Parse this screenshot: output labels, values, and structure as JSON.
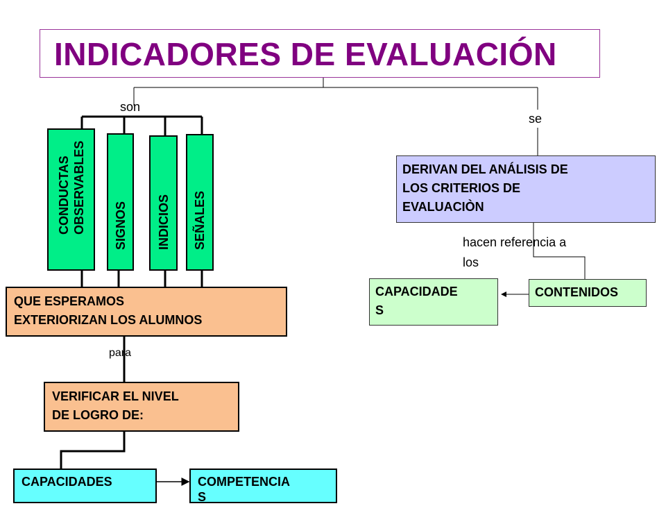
{
  "title": "INDICADORES DE EVALUACIÓN",
  "connectors": {
    "son": "son",
    "se": "se",
    "para": "para",
    "hacen_line1": "hacen referencia a",
    "hacen_line2": "los"
  },
  "indicator_types": [
    {
      "line1": "CONDUCTAS",
      "line2": "OBSERVABLES"
    },
    {
      "line1": "SIGNOS"
    },
    {
      "line1": "INDICIOS"
    },
    {
      "line1": "SEÑALES"
    }
  ],
  "left_branch": {
    "exteriorize_line1": "QUE  ESPERAMOS",
    "exteriorize_line2": "EXTERIORIZAN LOS ALUMNOS",
    "verify_line1": "VERIFICAR EL NIVEL",
    "verify_line2": "DE LOGRO DE:",
    "capacidades": "CAPACIDADES",
    "competencias_line1": "COMPETENCIA",
    "competencias_line2": "S"
  },
  "right_branch": {
    "derive_line1": "DERIVAN DEL ANÁLISIS DE",
    "derive_line2": "LOS CRITERIOS DE",
    "derive_line3": "EVALUACIÒN",
    "capacidades_line1": "CAPACIDADE",
    "capacidades_line2": "S",
    "contenidos": "CONTENIDOS"
  },
  "colors": {
    "title": "#800080",
    "title_border": "#993399",
    "indicator_fill": "#00ee88",
    "orange_fill": "#fac090",
    "lavender_fill": "#ccccff",
    "light_green_fill": "#ccffcc",
    "cyan_fill": "#66ffff"
  }
}
